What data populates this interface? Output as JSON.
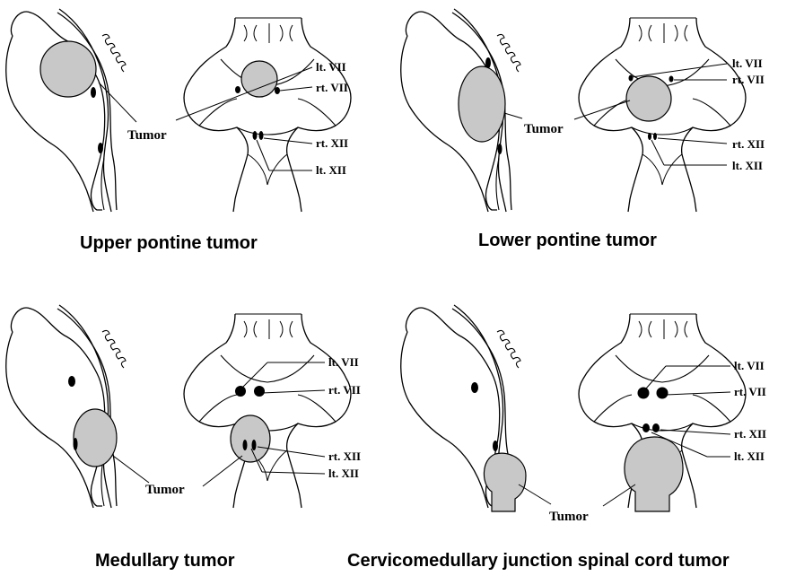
{
  "panels": [
    {
      "caption": "Upper pontine tumor",
      "tumor_label": "Tumor",
      "labels": {
        "lt_vii": "lt. VII",
        "rt_vii": "rt. VII",
        "rt_xii": "rt. XII",
        "lt_xii": "lt. XII"
      }
    },
    {
      "caption": "Lower pontine tumor",
      "tumor_label": "Tumor",
      "labels": {
        "lt_vii": "lt. VII",
        "rt_vii": "rt. VII",
        "rt_xii": "rt. XII",
        "lt_xii": "lt. XII"
      }
    },
    {
      "caption": "Medullary tumor",
      "tumor_label": "Tumor",
      "labels": {
        "lt_vii": "lt. VII",
        "rt_vii": "rt. VII",
        "rt_xii": "rt. XII",
        "lt_xii": "lt. XII"
      }
    },
    {
      "caption": "Cervicomedullary junction spinal cord tumor",
      "tumor_label": "Tumor",
      "labels": {
        "lt_vii": "lt. VII",
        "rt_vii": "rt. VII",
        "rt_xii": "rt. XII",
        "lt_xii": "lt. XII"
      }
    }
  ],
  "colors": {
    "tumor_fill": "#c8c8c8",
    "line": "#000000",
    "background": "#ffffff"
  }
}
